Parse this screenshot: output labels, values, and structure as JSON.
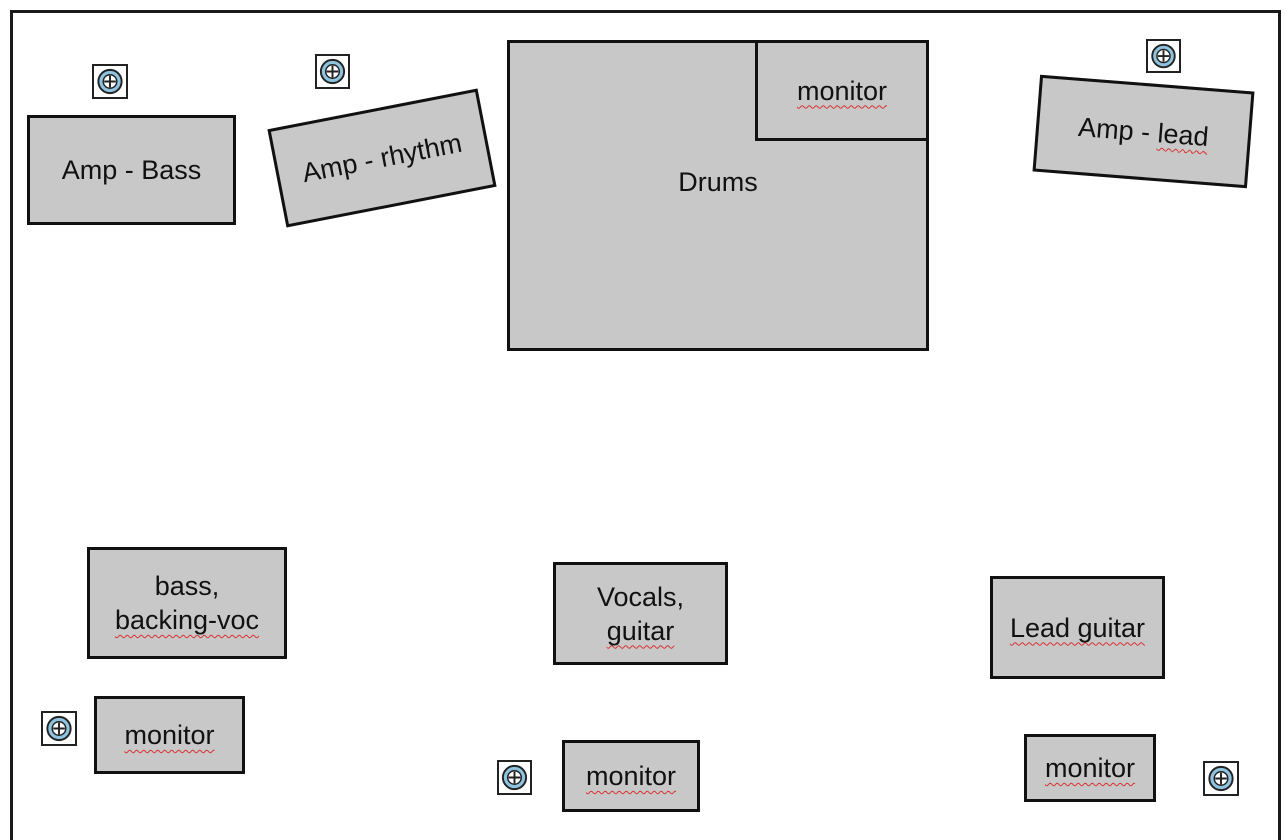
{
  "diagram": {
    "boxes": {
      "amp_bass": "Amp - Bass",
      "amp_rhythm": "Amp - rhythm",
      "drums": "Drums",
      "drum_monitor": "monitor",
      "amp_lead": "Amp - lead",
      "bass_line1": "bass,",
      "bass_line2": "backing-voc",
      "vocals_line1": "Vocals,",
      "vocals_line2": "guitar",
      "lead_guitar": "Lead guitar",
      "monitor_left": "monitor",
      "monitor_center": "monitor",
      "monitor_right": "monitor"
    },
    "colors": {
      "box_fill": "#c8c8c8",
      "border": "#111111",
      "spellcheck_underline": "#d83030",
      "mic_icon": "#8ec3e0"
    }
  }
}
